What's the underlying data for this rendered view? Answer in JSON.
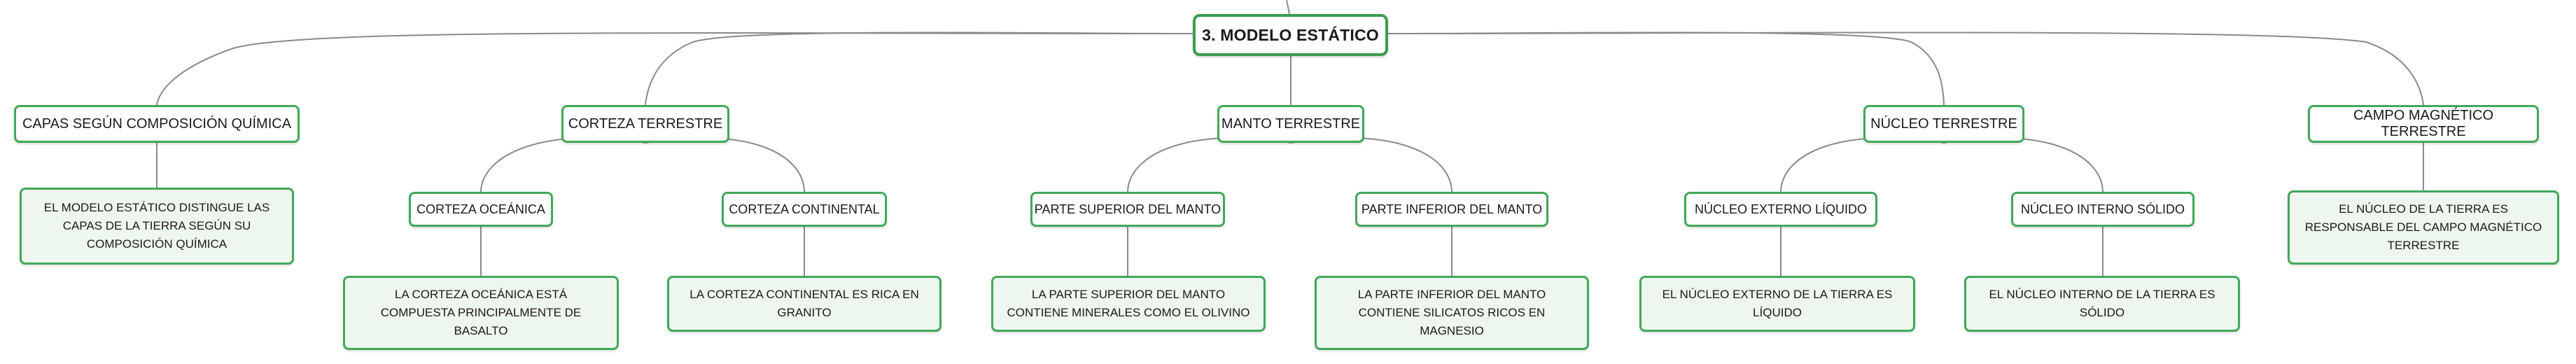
{
  "root": {
    "label": "3. MODELO ESTÁTICO"
  },
  "branches": [
    {
      "label": "CAPAS SEGÚN COMPOSICIÓN QUÍMICA",
      "note": "EL MODELO ESTÁTICO DISTINGUE LAS CAPAS DE LA TIERRA SEGÚN SU COMPOSICIÓN QUÍMICA"
    },
    {
      "label": "CORTEZA TERRESTRE",
      "children": [
        {
          "label": "CORTEZA OCEÁNICA",
          "note": "LA CORTEZA OCEÁNICA ESTÁ COMPUESTA PRINCIPALMENTE DE BASALTO"
        },
        {
          "label": "CORTEZA CONTINENTAL",
          "note": "LA CORTEZA CONTINENTAL ES RICA EN GRANITO"
        }
      ]
    },
    {
      "label": "MANTO TERRESTRE",
      "children": [
        {
          "label": "PARTE SUPERIOR DEL MANTO",
          "note": "LA PARTE SUPERIOR DEL MANTO CONTIENE MINERALES COMO EL OLIVINO"
        },
        {
          "label": "PARTE INFERIOR DEL MANTO",
          "note": "LA PARTE INFERIOR DEL MANTO CONTIENE SILICATOS RICOS EN MAGNESIO"
        }
      ]
    },
    {
      "label": "NÚCLEO TERRESTRE",
      "children": [
        {
          "label": "NÚCLEO EXTERNO LÍQUIDO",
          "note": "EL NÚCLEO EXTERNO DE LA TIERRA ES LÍQUIDO"
        },
        {
          "label": "NÚCLEO INTERNO SÓLIDO",
          "note": "EL NÚCLEO INTERNO DE LA TIERRA ES SÓLIDO"
        }
      ]
    },
    {
      "label": "CAMPO MAGNÉTICO TERRESTRE",
      "note": "EL NÚCLEO DE LA TIERRA ES RESPONSABLE DEL CAMPO MAGNÉTICO TERRESTRE"
    }
  ],
  "colors": {
    "border": "#41a85a",
    "leaf_fill": "#eef7ef",
    "edge": "#8a8a8a"
  }
}
